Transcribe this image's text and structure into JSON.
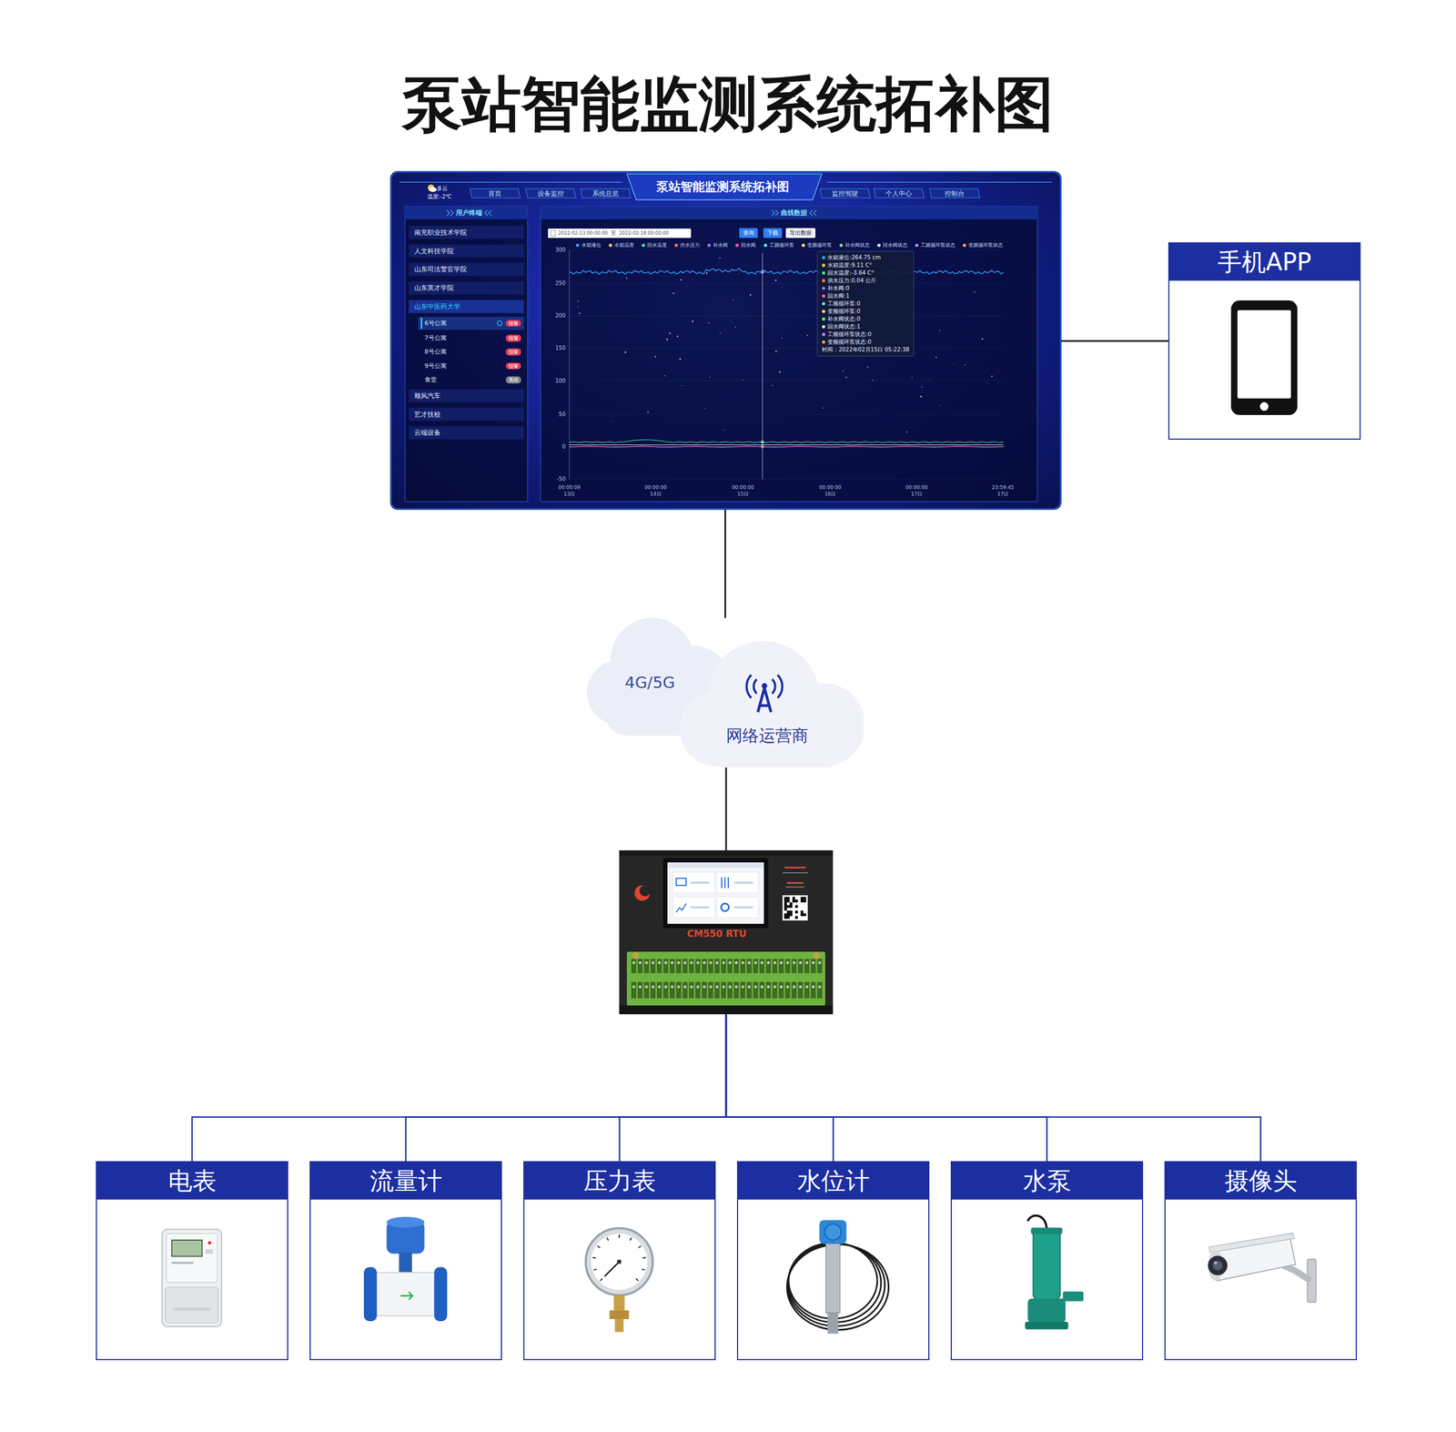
{
  "diagram": {
    "title": "泵站智能监测系统拓补图",
    "nodes": [
      {
        "text": [
          "泵站智能监测系统拓补图"
        ]
      },
      {
        "text": [
          "手机APP"
        ]
      },
      {
        "text": [
          "4G/5G",
          "网络运营商"
        ]
      },
      {
        "text": [
          "CM550 RTU"
        ]
      },
      {
        "text": [
          "电表"
        ]
      },
      {
        "text": [
          "流量计"
        ]
      },
      {
        "text": [
          "压力表"
        ]
      },
      {
        "text": [
          "水位计"
        ]
      },
      {
        "text": [
          "水泵"
        ]
      },
      {
        "text": [
          "摄像头"
        ]
      }
    ],
    "edges": [
      {
        "from": 0,
        "to": 1,
        "arrow": "none"
      },
      {
        "from": 0,
        "to": 2,
        "arrow": "none"
      },
      {
        "from": 2,
        "to": 3,
        "arrow": "none"
      },
      {
        "from": 3,
        "to": 4,
        "arrow": "none"
      },
      {
        "from": 3,
        "to": 5,
        "arrow": "none"
      },
      {
        "from": 3,
        "to": 6,
        "arrow": "none"
      },
      {
        "from": 3,
        "to": 7,
        "arrow": "none"
      },
      {
        "from": 3,
        "to": 8,
        "arrow": "none"
      },
      {
        "from": 3,
        "to": 9,
        "arrow": "none"
      }
    ],
    "labels": [
      "多云",
      "温度:-2℃",
      "首页",
      "设备监控",
      "系统总览",
      "监控驾驶",
      "个人中心",
      "控制台",
      "用户终端",
      "南充职业技术学院",
      "人文科技学院",
      "山东司法警官学院",
      "山东英才学院",
      "山东中医药大学",
      "6号公寓",
      "报警",
      "7号公寓",
      "报警",
      "8号公寓",
      "报警",
      "9号公寓",
      "报警",
      "食堂",
      "离线",
      "顺风汽车",
      "艺才技校",
      "云端设备",
      "曲线数据",
      "2022-02-13 00:00:00",
      "至",
      "2022-02-18 00:00:00",
      "查询",
      "下载",
      "导出数据",
      "水箱液位",
      "水箱温度",
      "回水温度",
      "供水压力",
      "补水阀",
      "回水阀",
      "工频循环泵",
      "变频循环泵",
      "补水阀状态",
      "回水阀状态",
      "工频循环泵状态",
      "变频循环泵状态",
      "300",
      "250",
      "200",
      "150",
      "100",
      "50",
      "0",
      "-50",
      "00:00:09",
      "13日",
      "00:00:00",
      "14日",
      "00:00:00",
      "15日",
      "00:00:00",
      "16日",
      "00:00:00",
      "17日",
      "23:59:45",
      "17日",
      "水箱液位:264.75 cm",
      "水箱温度:9.11 C°",
      "回水温度:-3.64 C°",
      "供水压力:0.04 公斤",
      "补水阀:0",
      "回水阀:1",
      "工频循环泵:0",
      "变频循环泵:0",
      "补水阀状态:0",
      "回水阀状态:1",
      "工频循环泵状态:0",
      "变频循环泵状态:0",
      "时间：2022年02月15日 05:22:38"
    ]
  }
}
